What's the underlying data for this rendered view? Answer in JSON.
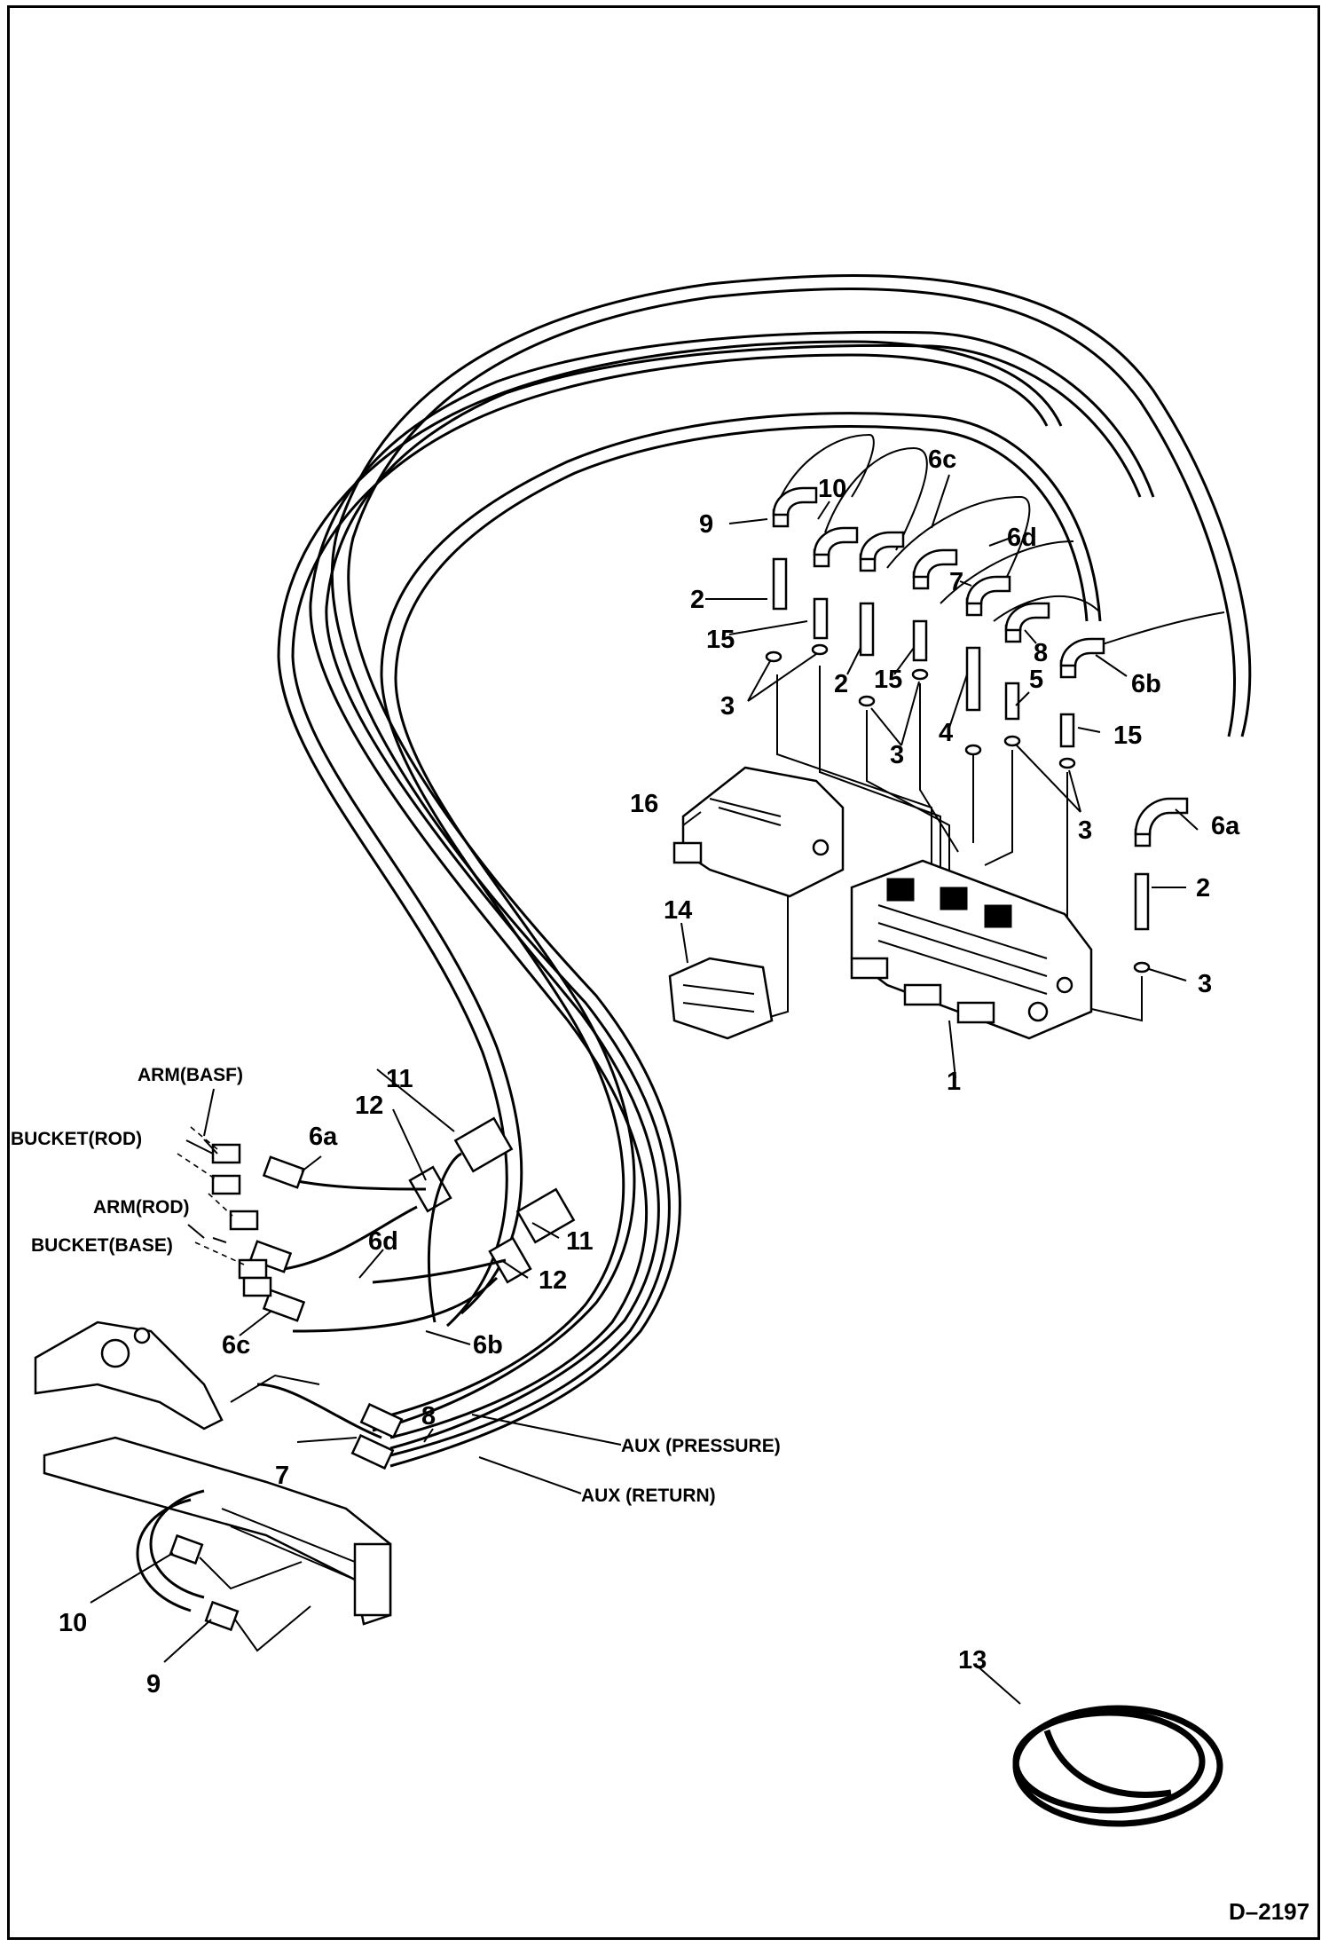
{
  "callouts": {
    "c1": "1",
    "c2a": "2",
    "c2b": "2",
    "c2c": "2",
    "c3a": "3",
    "c3b": "3",
    "c3c": "3",
    "c3d": "3",
    "c4": "4",
    "c5": "5",
    "c6a_top": "6a",
    "c6b_top": "6b",
    "c6c_top": "6c",
    "c6d_top": "6d",
    "c6a_low": "6a",
    "c6b_low": "6b",
    "c6c_low": "6c",
    "c6d_low": "6d",
    "c7_top": "7",
    "c7_low": "7",
    "c8_top": "8",
    "c8_low": "8",
    "c9_top": "9",
    "c9_low": "9",
    "c10_top": "10",
    "c10_low": "10",
    "c11a": "11",
    "c11b": "11",
    "c12a": "12",
    "c12b": "12",
    "c13": "13",
    "c14": "14",
    "c15a": "15",
    "c15b": "15",
    "c15c": "15",
    "c16": "16"
  },
  "labels": {
    "arm_base": "ARM(BASF)",
    "bucket_rod": "BUCKET(ROD)",
    "arm_rod": "ARM(ROD)",
    "bucket_base": "BUCKET(BASE)",
    "aux_pressure": "AUX (PRESSURE)",
    "aux_return": "AUX (RETURN)"
  },
  "figure_ref": "D–2197"
}
